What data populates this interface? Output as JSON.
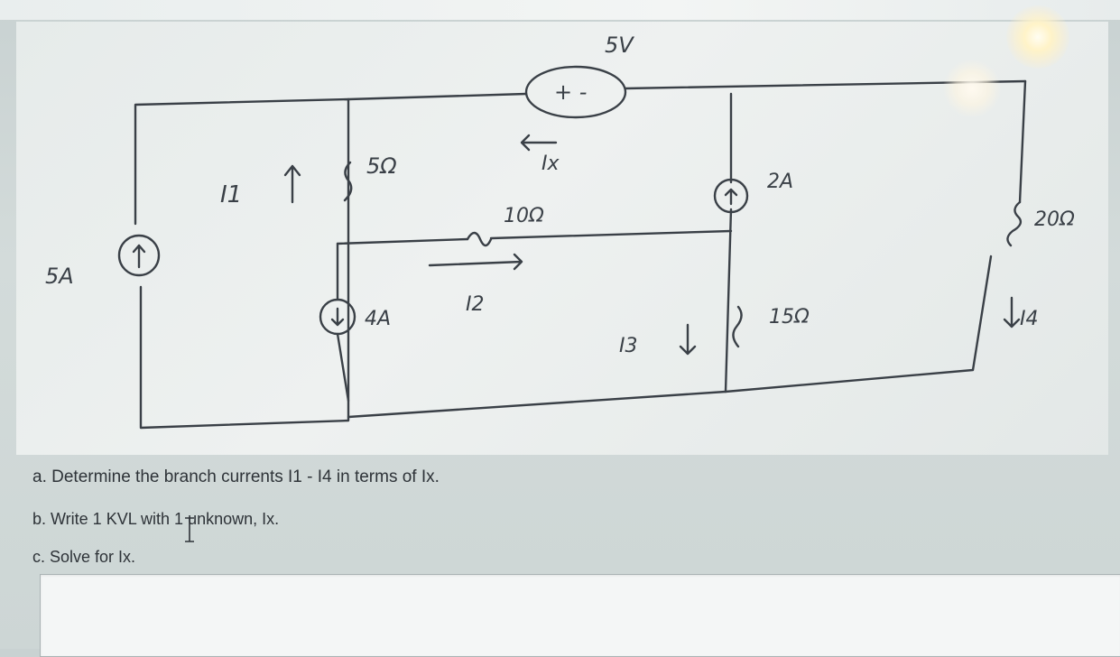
{
  "circuit": {
    "source_5a_label": "5A",
    "source_4a_label": "4A",
    "source_2a_label": "2A",
    "voltage_source_label": "5V",
    "voltage_source_polarity": "+ -",
    "resistor_5_label": "5Ω",
    "resistor_10_label": "10Ω",
    "resistor_15_label": "15Ω",
    "resistor_20_label": "20Ω",
    "current_i1_label": "I1",
    "current_i2_label": "I2",
    "current_i3_label": "I3",
    "current_i4_label": "I4",
    "current_ix_label": "Ix"
  },
  "questions": {
    "a": "a. Determine the branch currents I1 - I4 in terms of Ix.",
    "b": "b. Write 1 KVL with 1 unknown, Ix.",
    "c": "c. Solve for Ix."
  },
  "answer_box": {
    "value": ""
  },
  "colors": {
    "ink": "#3a4047",
    "card": "#eaeeed",
    "background": "#cdd6d5"
  }
}
